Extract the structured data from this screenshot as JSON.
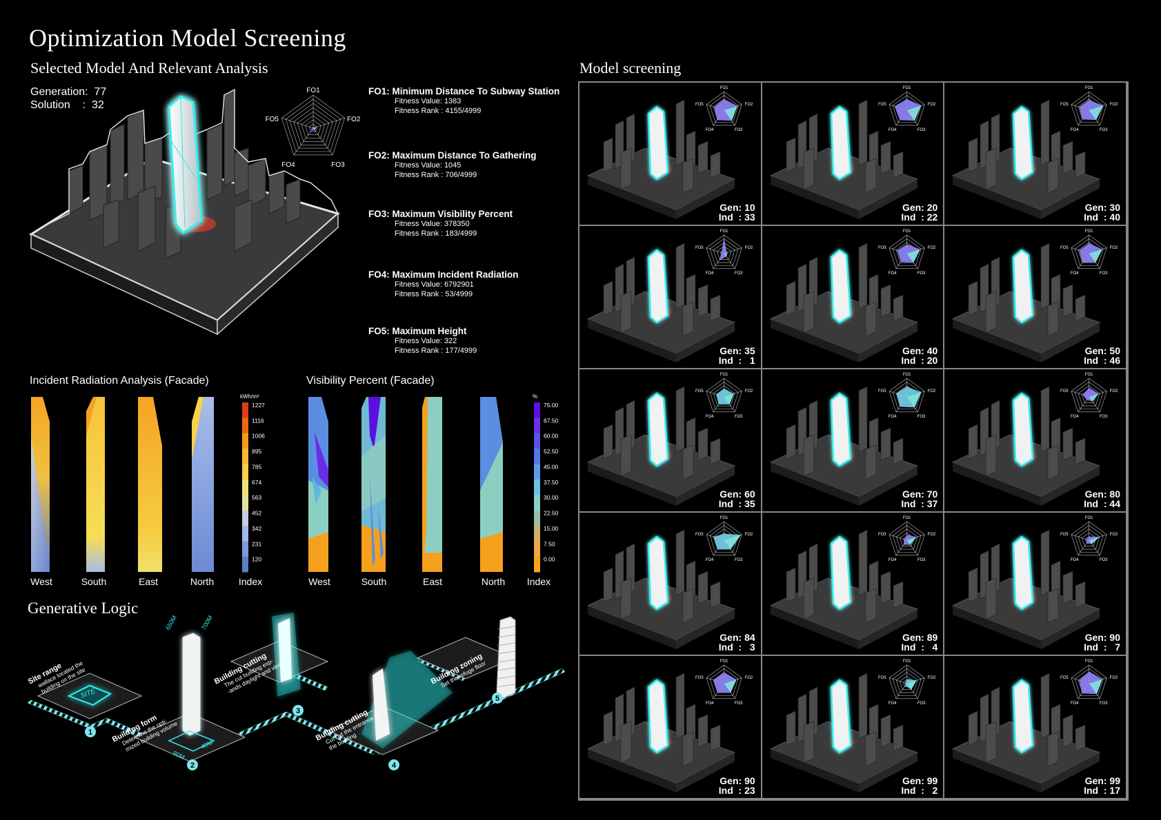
{
  "title": "Optimization Model Screening",
  "selected": {
    "heading": "Selected Model And Relevant Analysis",
    "generation_line": "Generation:  77",
    "solution_line": "Solution    :  32",
    "radar_labels": [
      "FO1",
      "FO2",
      "FO3",
      "FO4",
      "FO5"
    ],
    "radar_values": [
      0.05,
      0.1,
      0.08,
      0.1,
      0.05
    ]
  },
  "objectives": [
    {
      "heading": "FO1: Minimum Distance To Subway Station",
      "value": "Fitness Value:  1383",
      "rank": "Fitness Rank :  4155/4999"
    },
    {
      "heading": "FO2: Maximum Distance To Gathering",
      "value": "Fitness Value:  1045",
      "rank": "Fitness Rank :  706/4999"
    },
    {
      "heading": "FO3: Maximum Visibility Percent",
      "value": "Fitness Value:  378350",
      "rank": "Fitness Rank :  183/4999"
    },
    {
      "heading": "FO4: Maximum Incident Radiation",
      "value": "Fitness Value:  6792901",
      "rank": "Fitness Rank :  53/4999"
    },
    {
      "heading": "FO5: Maximum Height",
      "value": "Fitness Value:  322",
      "rank": "Fitness Rank :  177/4999"
    }
  ],
  "radiation": {
    "heading": "Incident Radiation Analysis (Facade)",
    "facades": [
      "West",
      "South",
      "East",
      "North"
    ],
    "index_label": "Index",
    "unit": "kWh/m²",
    "legend_values": [
      "1227",
      "1116",
      "1006",
      "895",
      "785",
      "674",
      "563",
      "452",
      "342",
      "231",
      "120"
    ],
    "legend_colors": [
      "#e03a1a",
      "#ee6a10",
      "#f59a18",
      "#f8b830",
      "#f5cf48",
      "#efe070",
      "#e0e39a",
      "#c6cfe0",
      "#a3b8e6",
      "#7e9adc",
      "#5e7cc9"
    ]
  },
  "visibility": {
    "heading": "Visibility Percent (Facade)",
    "facades": [
      "West",
      "South",
      "East",
      "North"
    ],
    "index_label": "Index",
    "unit": "%",
    "legend_values": [
      "75.00",
      "67.50",
      "60.00",
      "52.50",
      "45.00",
      "37.50",
      "30.00",
      "22.50",
      "15.00",
      "7.50",
      "0.00"
    ],
    "legend_colors": [
      "#5a10e0",
      "#6a30e8",
      "#5a52e0",
      "#5877e6",
      "#5f9be8",
      "#6fc0e6",
      "#8ad0c6",
      "#98c0a6",
      "#cfae6e",
      "#f0a64a",
      "#f7a11d"
    ]
  },
  "generative": {
    "heading": "Generative Logic",
    "steps": [
      {
        "num": "1",
        "title": "Site range",
        "desc1": "wallace located the",
        "desc2": "building on the site"
      },
      {
        "num": "2",
        "title": "Building form",
        "desc1": "Determine the opti-",
        "desc2": "mized building volume"
      },
      {
        "num": "3",
        "title": "Building cutting",
        "desc1": "The cut building exp-",
        "desc2": "-ands daylight and views"
      },
      {
        "num": "4",
        "title": "Building cutting",
        "desc1": "Cut out the entrance to",
        "desc2": "the building"
      },
      {
        "num": "5",
        "title": "Building zoning",
        "desc1": "Set the refuge floor",
        "desc2": ""
      }
    ],
    "site_label": "SITE",
    "dims": [
      "650M",
      "700M",
      "80M",
      "40M"
    ]
  },
  "screening": {
    "heading": "Model screening",
    "radar_labels": [
      "FO1",
      "FO2",
      "FO3",
      "FO4",
      "FO5"
    ],
    "cells": [
      {
        "gen": "Gen: 10",
        "ind": "Ind  : 33",
        "r": [
          0.6,
          0.75,
          0.7,
          0.65,
          0.55
        ],
        "c": "#8a7ef0"
      },
      {
        "gen": "Gen: 20",
        "ind": "Ind  : 22",
        "r": [
          0.6,
          0.8,
          0.7,
          0.65,
          0.7
        ],
        "c": "#8a7ef0"
      },
      {
        "gen": "Gen: 30",
        "ind": "Ind  : 40",
        "r": [
          0.55,
          0.8,
          0.65,
          0.6,
          0.55
        ],
        "c": "#8a7ef0"
      },
      {
        "gen": "Gen: 35",
        "ind": "Ind  :   1",
        "r": [
          0.85,
          0.15,
          0.2,
          0.45,
          0.15
        ],
        "c": "#8a7ef0"
      },
      {
        "gen": "Gen: 40",
        "ind": "Ind  : 20",
        "r": [
          0.5,
          0.75,
          0.6,
          0.55,
          0.55
        ],
        "c": "#8a7ef0"
      },
      {
        "gen": "Gen: 50",
        "ind": "Ind  : 46",
        "r": [
          0.55,
          0.75,
          0.6,
          0.6,
          0.55
        ],
        "c": "#8a7ef0"
      },
      {
        "gen": "Gen: 60",
        "ind": "Ind  : 35",
        "r": [
          0.45,
          0.55,
          0.5,
          0.5,
          0.45
        ],
        "c": "#70c8e0"
      },
      {
        "gen": "Gen: 70",
        "ind": "Ind  : 37",
        "r": [
          0.55,
          0.8,
          0.7,
          0.65,
          0.6
        ],
        "c": "#70c8e0"
      },
      {
        "gen": "Gen: 80",
        "ind": "Ind  : 44",
        "r": [
          0.5,
          0.55,
          0.3,
          0.2,
          0.35
        ],
        "c": "#8a7ef0"
      },
      {
        "gen": "Gen: 84",
        "ind": "Ind  :   3",
        "r": [
          0.35,
          0.95,
          0.6,
          0.6,
          0.6
        ],
        "c": "#70c8e0"
      },
      {
        "gen": "Gen: 89",
        "ind": "Ind  :   4",
        "r": [
          0.3,
          0.55,
          0.3,
          0.3,
          0.15
        ],
        "c": "#8a7ef0"
      },
      {
        "gen": "Gen: 90",
        "ind": "Ind  :   7",
        "r": [
          0.2,
          0.6,
          0.25,
          0.2,
          0.15
        ],
        "c": "#8a7ef0"
      },
      {
        "gen": "Gen: 90",
        "ind": "Ind  : 23",
        "r": [
          0.6,
          0.7,
          0.6,
          0.6,
          0.6
        ],
        "c": "#8a7ef0"
      },
      {
        "gen": "Gen: 99",
        "ind": "Ind  :   2",
        "r": [
          0.25,
          0.55,
          0.4,
          0.15,
          0.1
        ],
        "c": "#70c8e0"
      },
      {
        "gen": "Gen: 99",
        "ind": "Ind  : 17",
        "r": [
          0.65,
          0.75,
          0.7,
          0.65,
          0.55
        ],
        "c": "#8a7ef0"
      }
    ]
  }
}
